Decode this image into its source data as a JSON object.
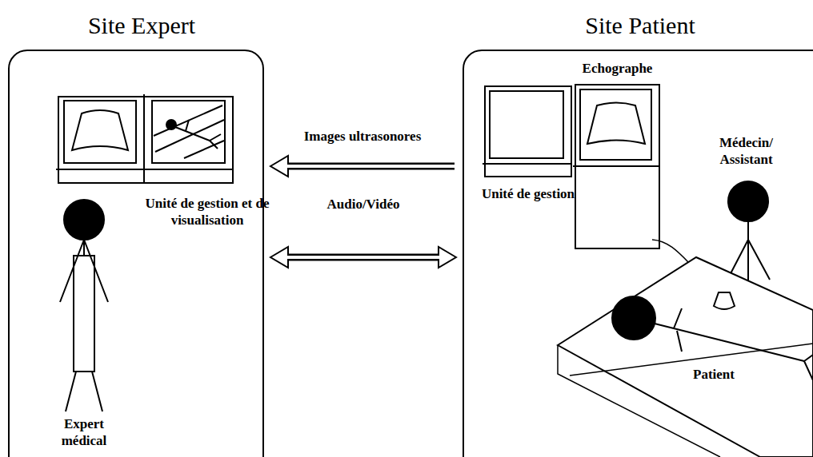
{
  "diagram": {
    "nodes": [
      {
        "text": [
          "Site Expert"
        ]
      },
      {
        "text": [
          "Unité de gestion et de visualisation"
        ],
        "in": 0
      },
      {
        "text": [
          "Site Patient"
        ]
      },
      {
        "text": [
          "Unité de gestion"
        ],
        "in": 2
      },
      {
        "text": [
          "Echographe"
        ],
        "in": 2
      }
    ],
    "edges": [
      {
        "from": 2,
        "to": 0,
        "arrow": "to",
        "label": "Images ultrasonores"
      },
      {
        "from": 0,
        "to": 2,
        "arrow": "both",
        "label": "Audio/Vidéo"
      }
    ],
    "labels": [
      "Expert médical",
      "Médecin/ Assistant",
      "Patient"
    ]
  }
}
